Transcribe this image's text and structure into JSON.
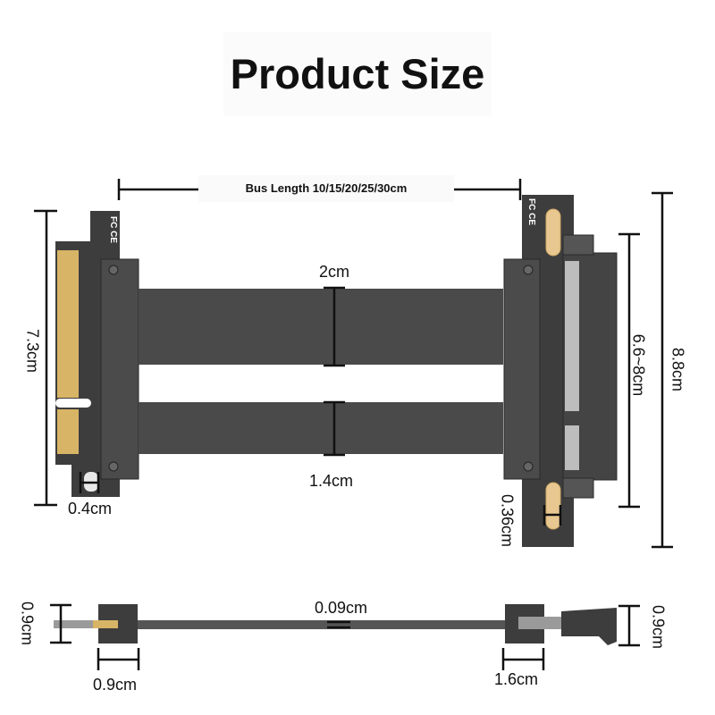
{
  "title": "Product Size",
  "bus_length": "Bus Length 10/15/20/25/30cm",
  "dims": {
    "height_left": "7.3cm",
    "cable_width": "2cm",
    "cable_gap": "1.4cm",
    "tab_left": "0.4cm",
    "tab_right": "0.36cm",
    "slot_height": "6.6~8cm",
    "height_right": "8.8cm",
    "side_height_left": "0.9cm",
    "side_width_left": "0.9cm",
    "thickness": "0.09cm",
    "side_width_right": "1.6cm",
    "side_height_right": "0.9cm"
  },
  "marks": {
    "left": "FC CE",
    "right": "FC CE"
  },
  "colors": {
    "pcb": "#3b3b3b",
    "cable": "#4a4a4a",
    "gold": "#d8b466",
    "line": "#111111"
  }
}
